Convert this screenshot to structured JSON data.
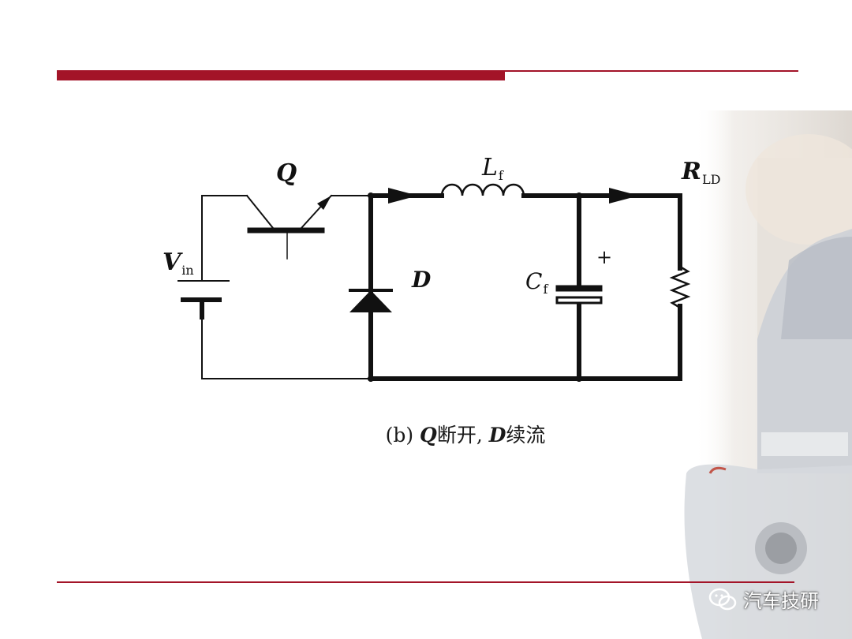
{
  "labels": {
    "transistor": "Q",
    "inductor": "L",
    "inductor_sub": "f",
    "load": "R",
    "load_sub": "LD",
    "source": "V",
    "source_sub": "in",
    "diode": "D",
    "capacitor": "C",
    "capacitor_sub": "f",
    "polarity": "+"
  },
  "caption": {
    "prefix": "(b) ",
    "q": "Q",
    "text1": "断开, ",
    "d": "D",
    "text2": "续流"
  },
  "watermark": {
    "text": "汽车技研",
    "icon": "wechat-icon"
  },
  "colors": {
    "accent": "#a31428"
  }
}
